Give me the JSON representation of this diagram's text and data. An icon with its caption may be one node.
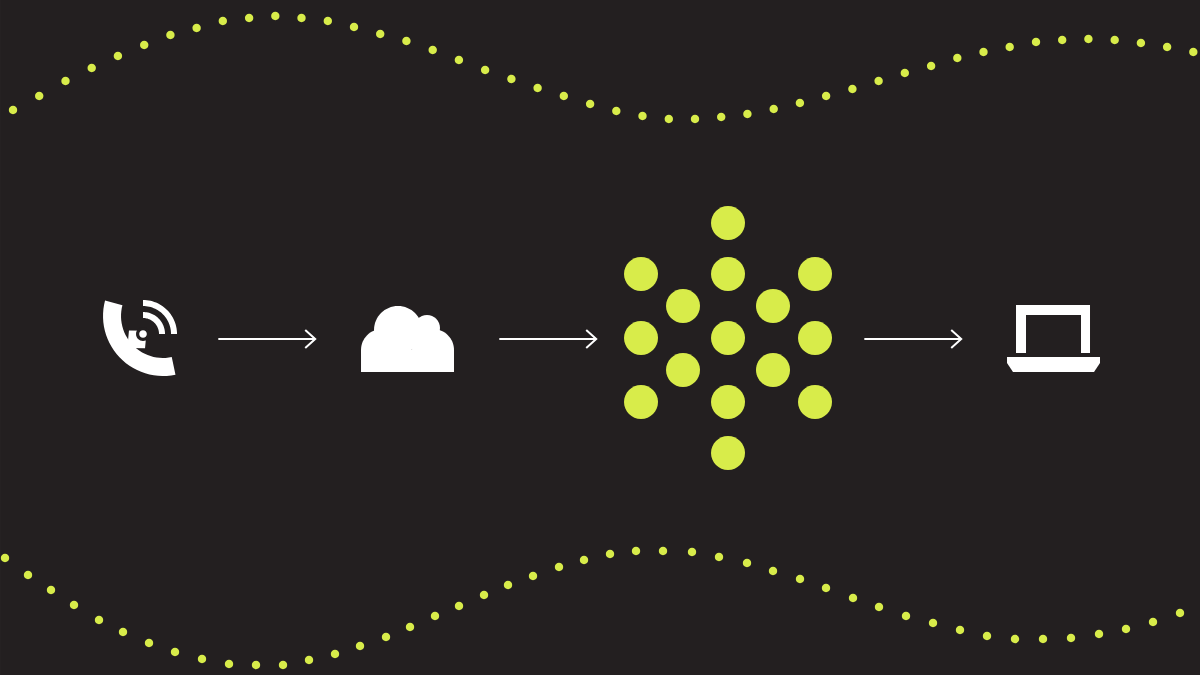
{
  "diagram": {
    "nodes": [
      {
        "text": [],
        "shape": "picture"
      },
      {
        "text": [],
        "shape": "cloud"
      },
      {
        "text": [],
        "shape": "picture"
      },
      {
        "text": [],
        "shape": "picture"
      }
    ],
    "edges": [
      {
        "from": 0,
        "to": 1,
        "arrow": "to"
      },
      {
        "from": 1,
        "to": 2,
        "arrow": "to"
      },
      {
        "from": 2,
        "to": 3,
        "arrow": "to"
      }
    ]
  }
}
